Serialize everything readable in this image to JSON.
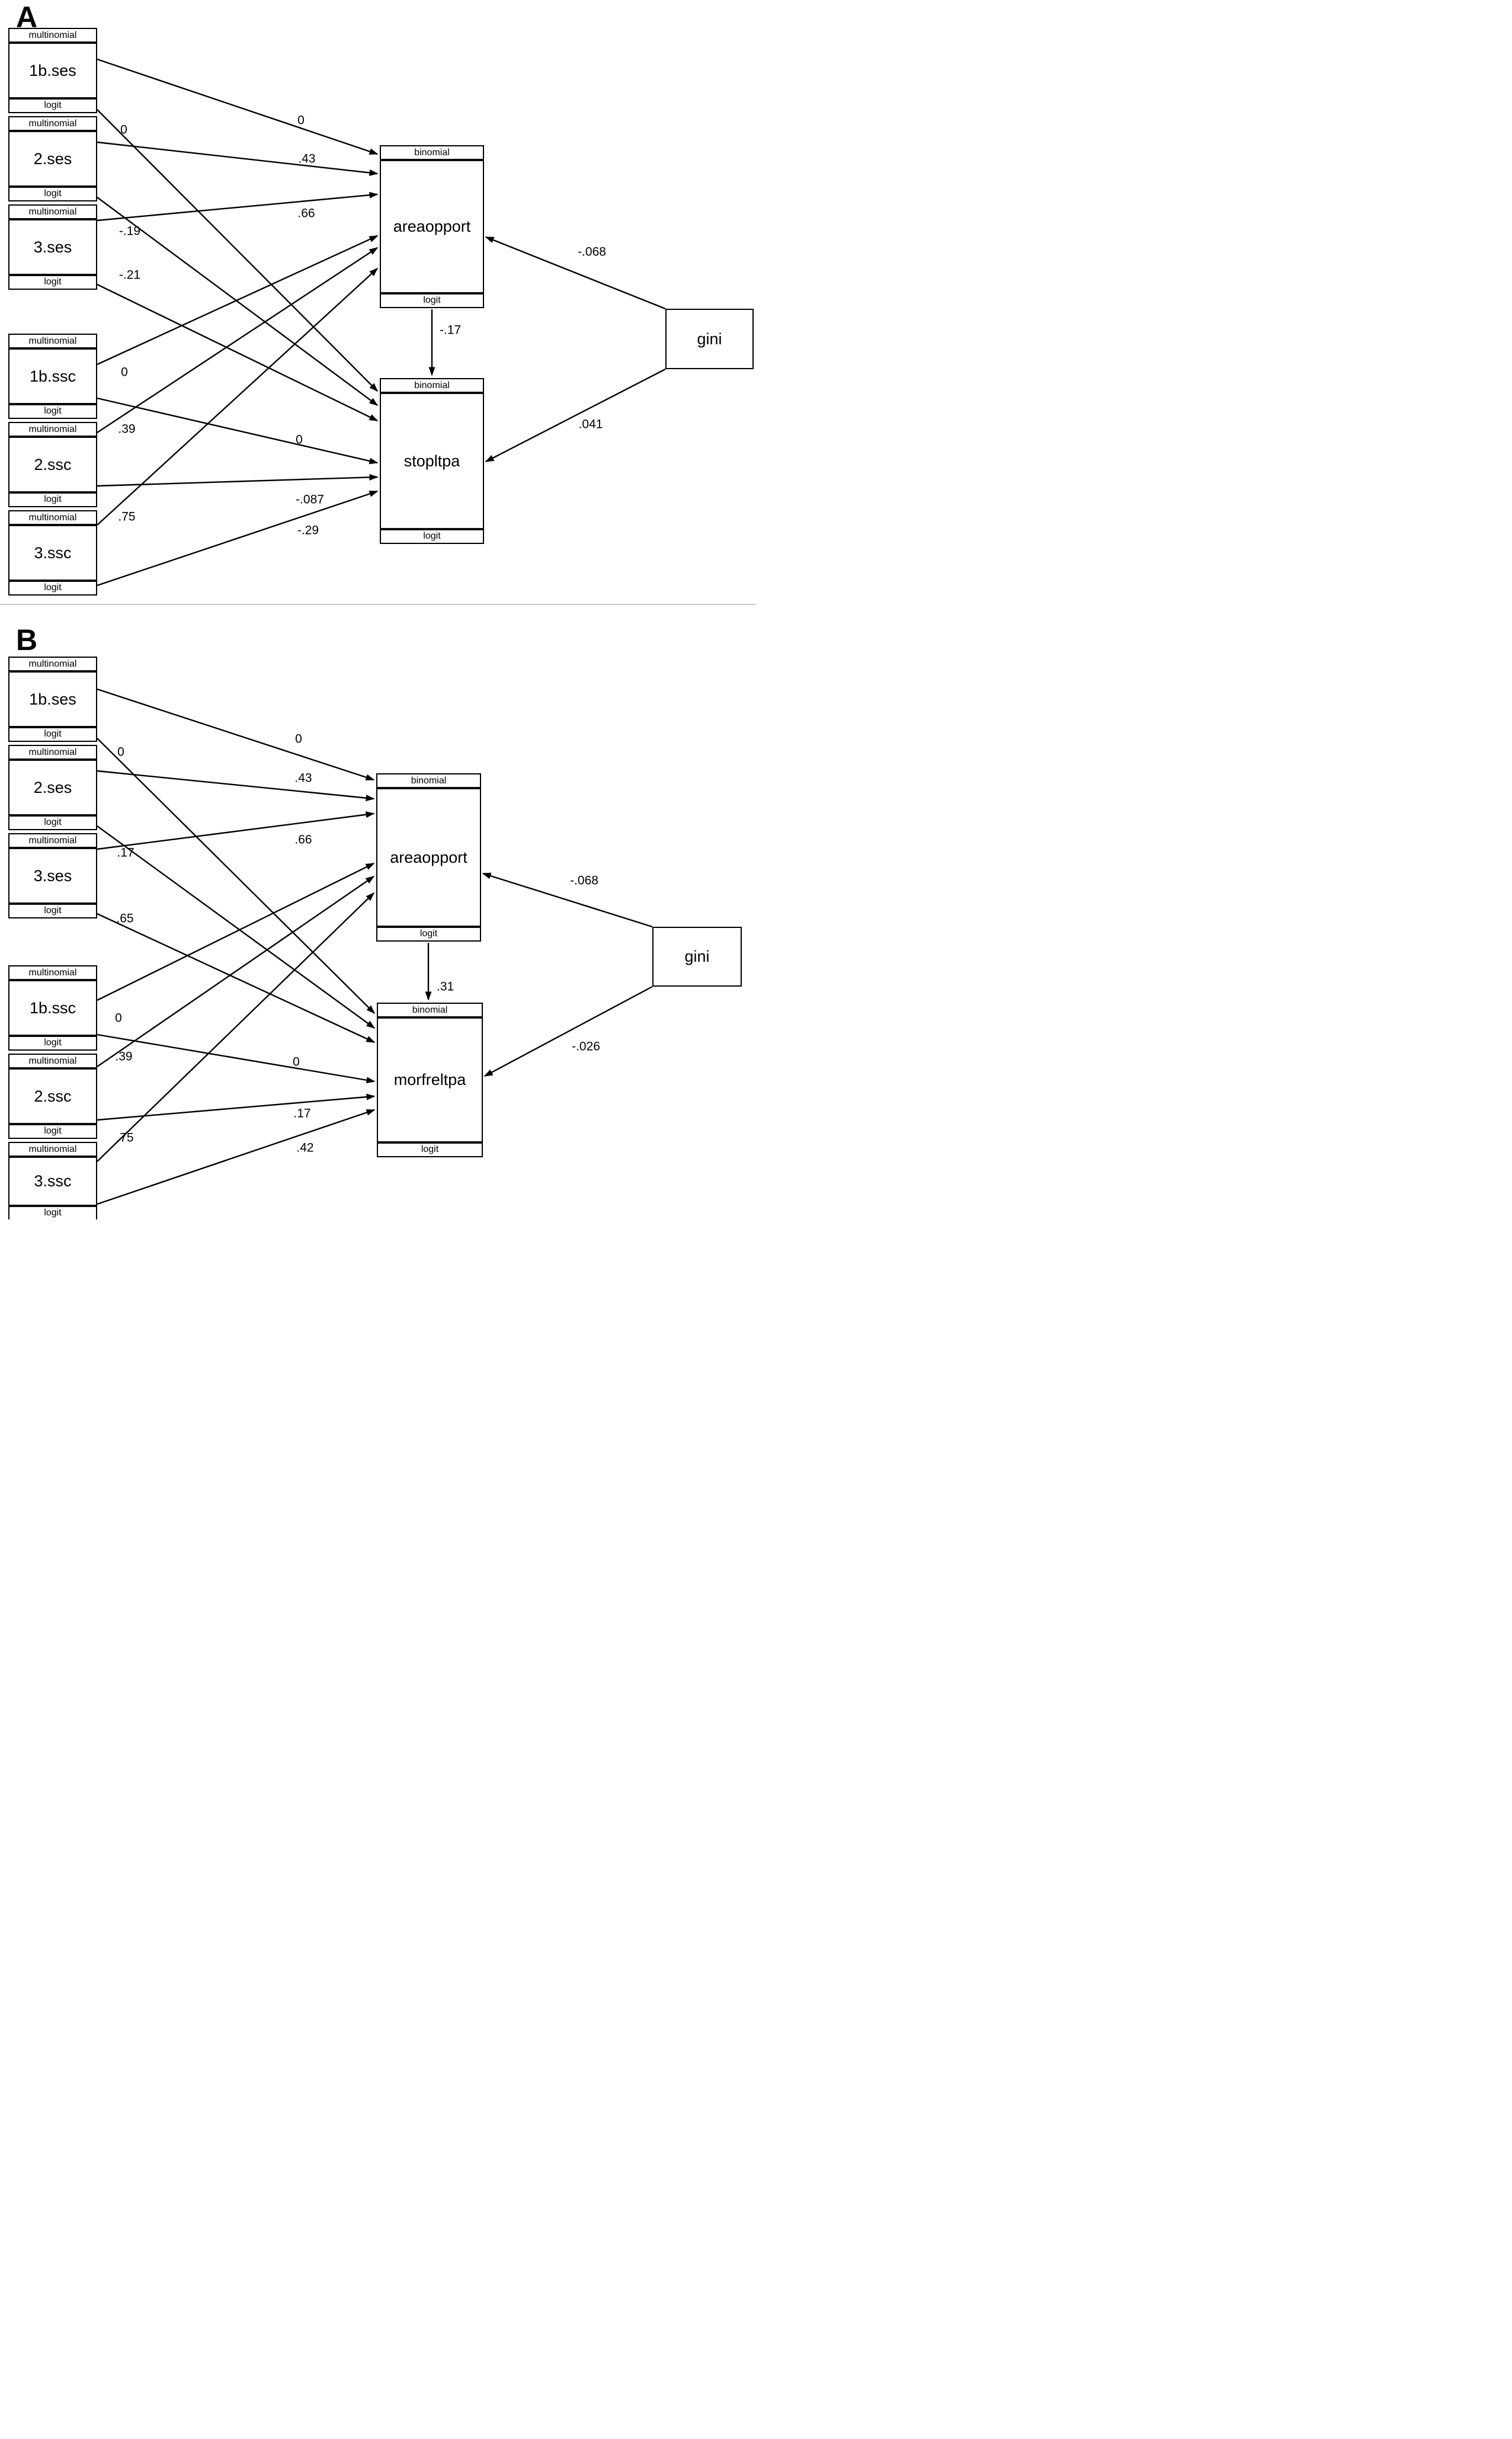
{
  "figure": {
    "type": "sem-path-diagram",
    "style": "stata-sem-builder",
    "colors": {
      "ink": "#000000",
      "background": "#ffffff",
      "divider": "#c9c9c9"
    },
    "panels": [
      {
        "label": "A",
        "nodes": [
          {
            "id": "1b.ses",
            "name": "1b.ses",
            "family": "multinomial",
            "link": "logit"
          },
          {
            "id": "2.ses",
            "name": "2.ses",
            "family": "multinomial",
            "link": "logit"
          },
          {
            "id": "3.ses",
            "name": "3.ses",
            "family": "multinomial",
            "link": "logit"
          },
          {
            "id": "1b.ssc",
            "name": "1b.ssc",
            "family": "multinomial",
            "link": "logit"
          },
          {
            "id": "2.ssc",
            "name": "2.ssc",
            "family": "multinomial",
            "link": "logit"
          },
          {
            "id": "3.ssc",
            "name": "3.ssc",
            "family": "multinomial",
            "link": "logit"
          },
          {
            "id": "areaopport",
            "name": "areaopport",
            "family": "binomial",
            "link": "logit"
          },
          {
            "id": "stopltpa",
            "name": "stopltpa",
            "family": "binomial",
            "link": "logit"
          },
          {
            "id": "gini",
            "name": "gini"
          }
        ],
        "edges": [
          {
            "from": "1b.ses",
            "to": "areaopport",
            "value": "0"
          },
          {
            "from": "2.ses",
            "to": "areaopport",
            "value": ".43"
          },
          {
            "from": "3.ses",
            "to": "areaopport",
            "value": ".66"
          },
          {
            "from": "1b.ses",
            "to": "stopltpa",
            "value": "0"
          },
          {
            "from": "2.ses",
            "to": "stopltpa",
            "value": "-.19"
          },
          {
            "from": "3.ses",
            "to": "stopltpa",
            "value": "-.21"
          },
          {
            "from": "1b.ssc",
            "to": "areaopport",
            "value": "0"
          },
          {
            "from": "2.ssc",
            "to": "areaopport",
            "value": ".39"
          },
          {
            "from": "3.ssc",
            "to": "areaopport",
            "value": ".75"
          },
          {
            "from": "1b.ssc",
            "to": "stopltpa",
            "value": "0"
          },
          {
            "from": "2.ssc",
            "to": "stopltpa",
            "value": "-.087"
          },
          {
            "from": "3.ssc",
            "to": "stopltpa",
            "value": "-.29"
          },
          {
            "from": "areaopport",
            "to": "stopltpa",
            "value": "-.17"
          },
          {
            "from": "gini",
            "to": "areaopport",
            "value": "-.068"
          },
          {
            "from": "gini",
            "to": "stopltpa",
            "value": ".041"
          }
        ]
      },
      {
        "label": "B",
        "nodes": [
          {
            "id": "1b.ses",
            "name": "1b.ses",
            "family": "multinomial",
            "link": "logit"
          },
          {
            "id": "2.ses",
            "name": "2.ses",
            "family": "multinomial",
            "link": "logit"
          },
          {
            "id": "3.ses",
            "name": "3.ses",
            "family": "multinomial",
            "link": "logit"
          },
          {
            "id": "1b.ssc",
            "name": "1b.ssc",
            "family": "multinomial",
            "link": "logit"
          },
          {
            "id": "2.ssc",
            "name": "2.ssc",
            "family": "multinomial",
            "link": "logit"
          },
          {
            "id": "3.ssc",
            "name": "3.ssc",
            "family": "multinomial",
            "link": "logit"
          },
          {
            "id": "areaopport",
            "name": "areaopport",
            "family": "binomial",
            "link": "logit"
          },
          {
            "id": "morfreltpa",
            "name": "morfreltpa",
            "family": "binomial",
            "link": "logit"
          },
          {
            "id": "gini",
            "name": "gini"
          }
        ],
        "edges": [
          {
            "from": "1b.ses",
            "to": "areaopport",
            "value": "0"
          },
          {
            "from": "2.ses",
            "to": "areaopport",
            "value": ".43"
          },
          {
            "from": "3.ses",
            "to": "areaopport",
            "value": ".66"
          },
          {
            "from": "1b.ses",
            "to": "morfreltpa",
            "value": "0"
          },
          {
            "from": "2.ses",
            "to": "morfreltpa",
            "value": ".17"
          },
          {
            "from": "3.ses",
            "to": "morfreltpa",
            "value": ".65"
          },
          {
            "from": "1b.ssc",
            "to": "areaopport",
            "value": "0"
          },
          {
            "from": "2.ssc",
            "to": "areaopport",
            "value": ".39"
          },
          {
            "from": "3.ssc",
            "to": "areaopport",
            "value": ".75"
          },
          {
            "from": "1b.ssc",
            "to": "morfreltpa",
            "value": "0"
          },
          {
            "from": "2.ssc",
            "to": "morfreltpa",
            "value": ".17"
          },
          {
            "from": "3.ssc",
            "to": "morfreltpa",
            "value": ".42"
          },
          {
            "from": "areaopport",
            "to": "morfreltpa",
            "value": ".31"
          },
          {
            "from": "gini",
            "to": "areaopport",
            "value": "-.068"
          },
          {
            "from": "gini",
            "to": "morfreltpa",
            "value": "-.026"
          }
        ]
      }
    ]
  }
}
